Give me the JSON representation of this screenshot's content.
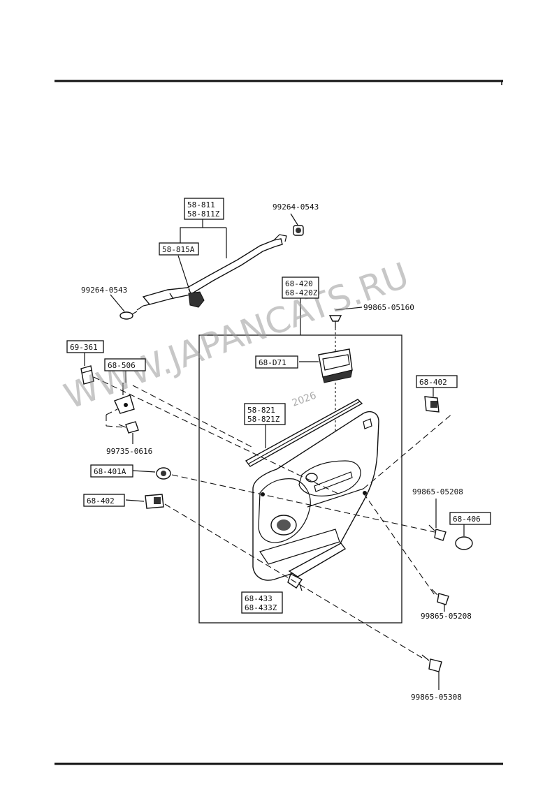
{
  "watermark": "WWW.JAPANCATS.RU",
  "year_mark": "2026",
  "callouts": {
    "c_58_811": [
      "58-811",
      "58-811Z"
    ],
    "c_58_815a": [
      "58-815A"
    ],
    "c_68_420": [
      "68-420",
      "68-420Z"
    ],
    "c_69_361": [
      "69-361"
    ],
    "c_68_506": [
      "68-506"
    ],
    "c_68_d71": [
      "68-D71"
    ],
    "c_68_402_r": [
      "68-402"
    ],
    "c_58_821": [
      "58-821",
      "58-821Z"
    ],
    "c_68_401a": [
      "68-401A"
    ],
    "c_68_402_l": [
      "68-402"
    ],
    "c_68_406": [
      "68-406"
    ],
    "c_68_433": [
      "68-433",
      "68-433Z"
    ]
  },
  "part_numbers": {
    "p_top_right": "99264-0543",
    "p_top_left": "99264-0543",
    "p_05160": "99865-05160",
    "p_0616": "99735-0616",
    "p_05208_upper": "99865-05208",
    "p_05208_lower": "99865-05208",
    "p_05308": "99865-05308"
  }
}
